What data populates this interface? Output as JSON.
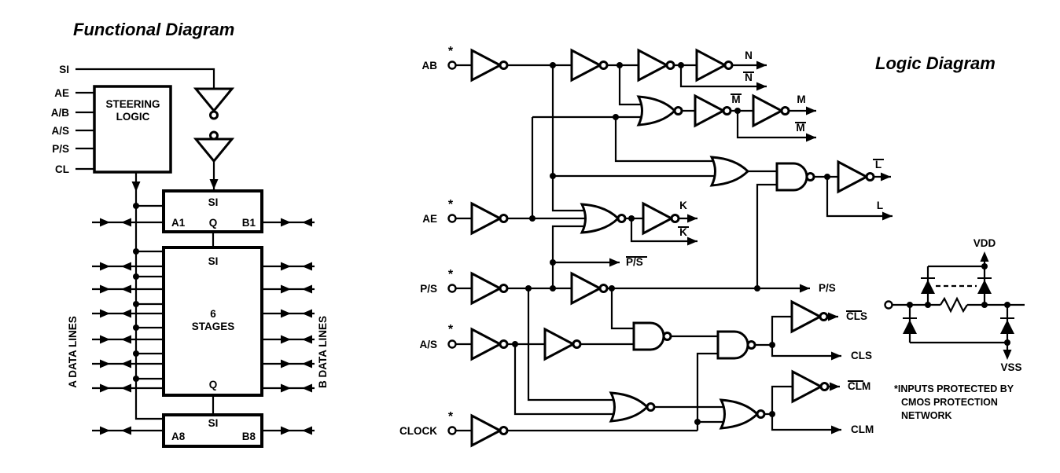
{
  "functional": {
    "title": "Functional Diagram",
    "in_si": "SI",
    "in_ae": "AE",
    "in_ab": "A/B",
    "in_as": "A/S",
    "in_ps": "P/S",
    "in_cl": "CL",
    "steering_l1": "STEERING",
    "steering_l2": "LOGIC",
    "r1_si": "SI",
    "r1_a": "A1",
    "r1_q": "Q",
    "r1_b": "B1",
    "mid_si": "SI",
    "mid_l1": "6",
    "mid_l2": "STAGES",
    "mid_q": "Q",
    "r8_si": "SI",
    "r8_a": "A8",
    "r8_b": "B8",
    "a_bus": "A DATA LINES",
    "b_bus": "B DATA LINES"
  },
  "logic": {
    "title": "Logic Diagram",
    "star": "*",
    "in_ab": "AB",
    "in_ae": "AE",
    "in_ps": "P/S",
    "in_as": "A/S",
    "in_clock": "CLOCK",
    "out_n": "N",
    "out_n_bar": "N",
    "m_bar_node": "M",
    "out_m": "M",
    "out_m_bar": "M",
    "out_k": "K",
    "out_k_bar": "K",
    "out_l_bar": "L",
    "out_l": "L",
    "ps_bar_tap": "P/S",
    "out_ps": "P/S",
    "out_cls_bar": "CLS",
    "out_cls": "CLS",
    "out_clm_bar": "CLM",
    "out_clm": "CLM"
  },
  "protection": {
    "vdd": "VDD",
    "vss": "VSS",
    "note1": "*INPUTS PROTECTED BY",
    "note2": "CMOS PROTECTION",
    "note3": "NETWORK"
  }
}
